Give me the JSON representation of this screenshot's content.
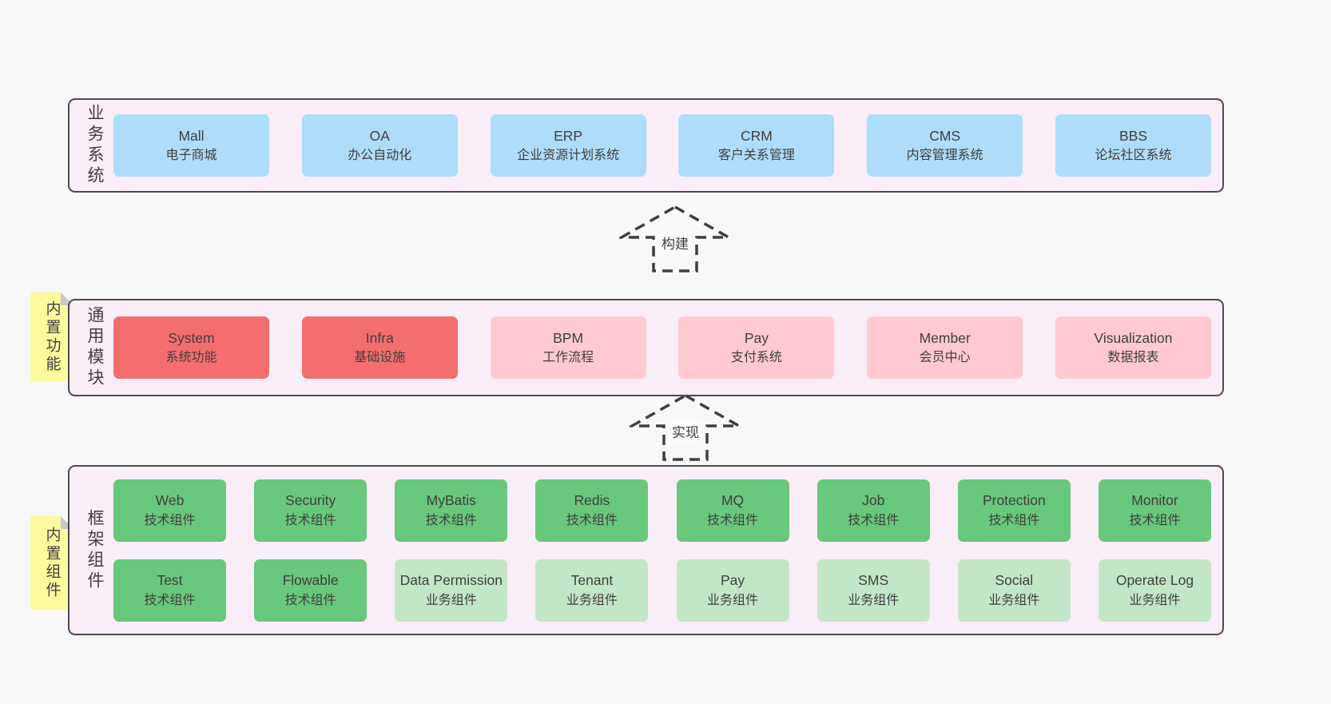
{
  "palette": {
    "bg": "#f8f8f8",
    "container_bg": "#f9edf7",
    "container_border": "#4a4a4a",
    "box_blue": "#aeddfb",
    "box_red": "#f56e6e",
    "box_pink": "#ffc9d2",
    "box_green": "#68c87b",
    "box_green_light": "#c3e6c7",
    "sticky_yellow": "#fcfa9f",
    "sticky_fold": "#c9c9c9",
    "arrow_stroke": "#3f3f3f",
    "text_dark": "#3f3f3f"
  },
  "business_section": {
    "label": "业务系统",
    "boxes": [
      {
        "title": "Mall",
        "subtitle": "电子商城",
        "variant": "blue"
      },
      {
        "title": "OA",
        "subtitle": "办公自动化",
        "variant": "blue"
      },
      {
        "title": "ERP",
        "subtitle": "企业资源计划系统",
        "variant": "blue"
      },
      {
        "title": "CRM",
        "subtitle": "客户关系管理",
        "variant": "blue"
      },
      {
        "title": "CMS",
        "subtitle": "内容管理系统",
        "variant": "blue"
      },
      {
        "title": "BBS",
        "subtitle": "论坛社区系统",
        "variant": "blue"
      }
    ]
  },
  "build_arrow": {
    "label": "构建"
  },
  "modules_section": {
    "label": "通用模块",
    "sticky_note": "内置功能",
    "boxes": [
      {
        "title": "System",
        "subtitle": "系统功能",
        "variant": "red"
      },
      {
        "title": "Infra",
        "subtitle": "基础设施",
        "variant": "red"
      },
      {
        "title": "BPM",
        "subtitle": "工作流程",
        "variant": "pink"
      },
      {
        "title": "Pay",
        "subtitle": "支付系统",
        "variant": "pink"
      },
      {
        "title": "Member",
        "subtitle": "会员中心",
        "variant": "pink"
      },
      {
        "title": "Visualization",
        "subtitle": "数据报表",
        "variant": "pink"
      }
    ]
  },
  "implement_arrow": {
    "label": "实现"
  },
  "framework_section": {
    "label": "框架组件",
    "sticky_note": "内置组件",
    "row1": [
      {
        "title": "Web",
        "subtitle": "技术组件",
        "variant": "green"
      },
      {
        "title": "Security",
        "subtitle": "技术组件",
        "variant": "green"
      },
      {
        "title": "MyBatis",
        "subtitle": "技术组件",
        "variant": "green"
      },
      {
        "title": "Redis",
        "subtitle": "技术组件",
        "variant": "green"
      },
      {
        "title": "MQ",
        "subtitle": "技术组件",
        "variant": "green"
      },
      {
        "title": "Job",
        "subtitle": "技术组件",
        "variant": "green"
      },
      {
        "title": "Protection",
        "subtitle": "技术组件",
        "variant": "green"
      },
      {
        "title": "Monitor",
        "subtitle": "技术组件",
        "variant": "green"
      }
    ],
    "row2": [
      {
        "title": "Test",
        "subtitle": "技术组件",
        "variant": "green"
      },
      {
        "title": "Flowable",
        "subtitle": "技术组件",
        "variant": "green"
      },
      {
        "title": "Data Permission",
        "subtitle": "业务组件",
        "variant": "green-light"
      },
      {
        "title": "Tenant",
        "subtitle": "业务组件",
        "variant": "green-light"
      },
      {
        "title": "Pay",
        "subtitle": "业务组件",
        "variant": "green-light"
      },
      {
        "title": "SMS",
        "subtitle": "业务组件",
        "variant": "green-light"
      },
      {
        "title": "Social",
        "subtitle": "业务组件",
        "variant": "green-light"
      },
      {
        "title": "Operate Log",
        "subtitle": "业务组件",
        "variant": "green-light"
      }
    ]
  }
}
